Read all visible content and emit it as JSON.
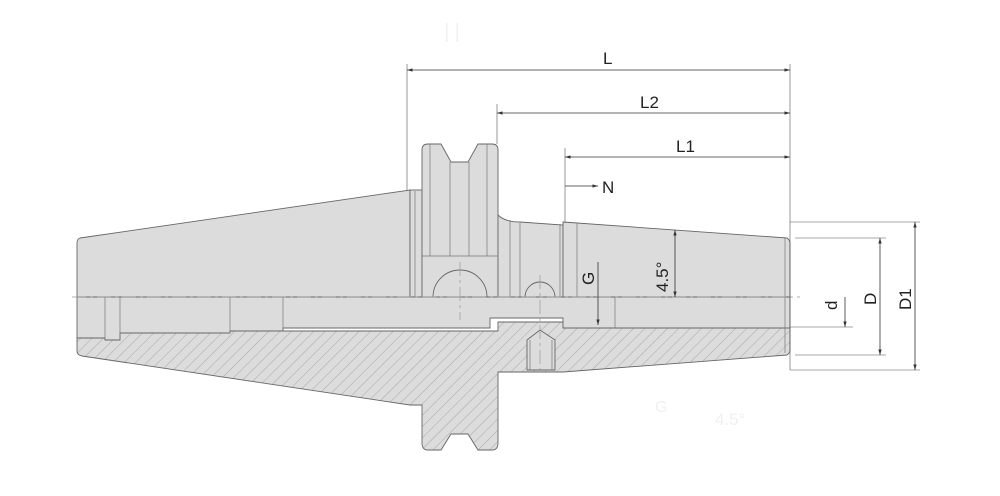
{
  "drawing": {
    "title": "Tool holder with tapered nose - section view",
    "dimensions": {
      "L": "L",
      "L2": "L2",
      "L1": "L1",
      "N": "N",
      "G": "G",
      "angle": "4.5°",
      "d": "d",
      "D": "D",
      "D1": "D1"
    },
    "ghost_labels": {
      "G": "G",
      "angle": "4.5°"
    },
    "colors": {
      "body_fill": "#dcdcdc",
      "outline": "#666666",
      "dimension": "#333333"
    }
  }
}
